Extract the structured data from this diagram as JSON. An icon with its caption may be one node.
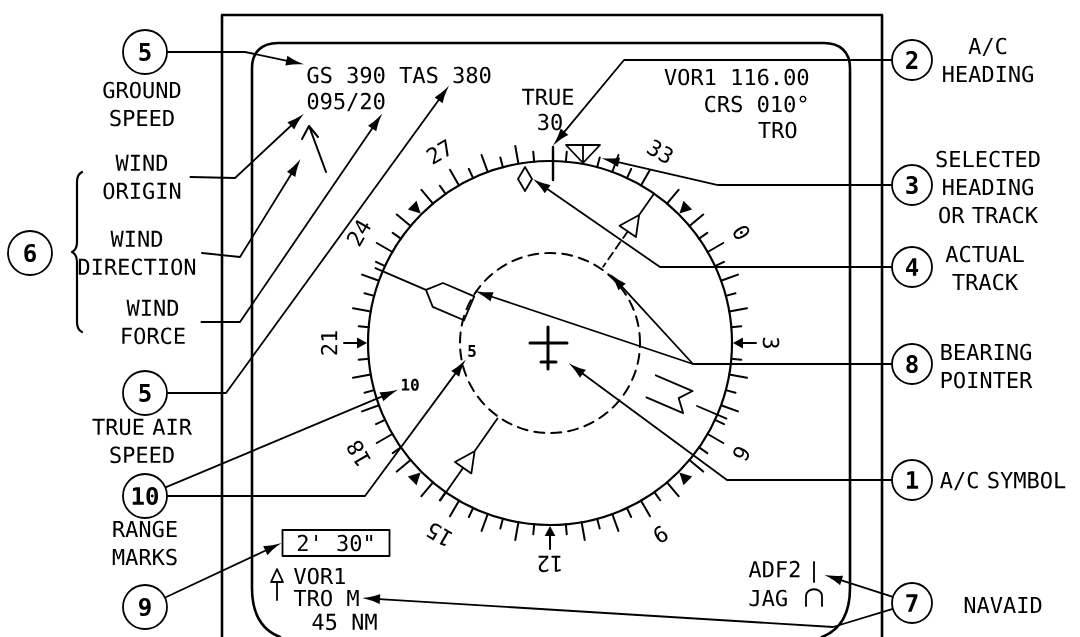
{
  "diagram": {
    "nodes": [
      {
        "text": [
          "5"
        ],
        "beside": [
          "GROUND SPEED"
        ]
      },
      {
        "text": [
          "WIND ORIGIN"
        ]
      },
      {
        "text": [
          "6"
        ]
      },
      {
        "text": [
          "WIND DIRECTION"
        ]
      },
      {
        "text": [
          "WIND FORCE"
        ]
      },
      {
        "text": [
          "5"
        ],
        "beside": [
          "TRUE AIR SPEED"
        ]
      },
      {
        "text": [
          "10"
        ],
        "beside": [
          "RANGE MARKS"
        ]
      },
      {
        "text": [
          "9"
        ]
      },
      {
        "text": [
          "GS 390 TAS 380"
        ]
      },
      {
        "text": [
          "095/20"
        ]
      },
      {
        "text": [],
        "shape": "arrow"
      },
      {
        "text": [],
        "shape": "line"
      },
      {
        "text": [],
        "shape": "triangle"
      },
      {
        "text": [],
        "shape": "diamond"
      },
      {
        "text": [],
        "shape": "arrow"
      },
      {
        "text": [],
        "shape": "arrow"
      },
      {
        "text": [],
        "shape": "picture"
      },
      {
        "text": [
          "5"
        ]
      },
      {
        "text": [
          "10"
        ]
      },
      {
        "text": [
          "2' 30\""
        ]
      },
      {
        "text": [
          "TRO M"
        ]
      },
      {
        "text": [],
        "shape": "picture"
      },
      {
        "text": [
          "2"
        ],
        "beside": [
          "A/C HEADING"
        ]
      },
      {
        "text": [
          "3"
        ],
        "beside": [
          "SELECTED HEADING OR TRACK"
        ]
      },
      {
        "text": [
          "4"
        ],
        "beside": [
          "ACTUAL TRACK"
        ]
      },
      {
        "text": [
          "8"
        ],
        "beside": [
          "BEARING POINTER"
        ]
      },
      {
        "text": [
          "1"
        ],
        "beside": [
          "A/C SYMBOL"
        ]
      },
      {
        "text": [
          "7"
        ],
        "beside": [
          "NAVAID"
        ]
      }
    ],
    "edges": [
      {
        "from": 0,
        "to": 8,
        "arrow": "to"
      },
      {
        "from": 1,
        "to": 9,
        "arrow": "to"
      },
      {
        "from": 3,
        "to": 10,
        "arrow": "to"
      },
      {
        "from": 4,
        "to": 9,
        "arrow": "to"
      },
      {
        "from": 5,
        "to": 8,
        "arrow": "to"
      },
      {
        "from": 6,
        "to": 18,
        "arrow": "to"
      },
      {
        "from": 6,
        "to": 17,
        "arrow": "to"
      },
      {
        "from": 7,
        "to": 19,
        "arrow": "to"
      },
      {
        "from": 22,
        "to": 11,
        "arrow": "to"
      },
      {
        "from": 23,
        "to": 12,
        "arrow": "to"
      },
      {
        "from": 24,
        "to": 13,
        "arrow": "to"
      },
      {
        "from": 25,
        "to": 14,
        "arrow": "to"
      },
      {
        "from": 25,
        "to": 15,
        "arrow": "to"
      },
      {
        "from": 26,
        "to": 16,
        "arrow": "to"
      },
      {
        "from": 27,
        "to": 21,
        "arrow": "to"
      },
      {
        "from": 27,
        "to": 20,
        "arrow": "to"
      }
    ],
    "labels": [
      "VOR1 116.00",
      "TRUE",
      "CRS 010°",
      "30",
      "TRO",
      "33",
      "0",
      "3",
      "6",
      "9",
      "12",
      "15",
      "18",
      "21",
      "24",
      "27",
      "VOR1",
      "ADF2",
      "JAG",
      "45 NM"
    ]
  }
}
